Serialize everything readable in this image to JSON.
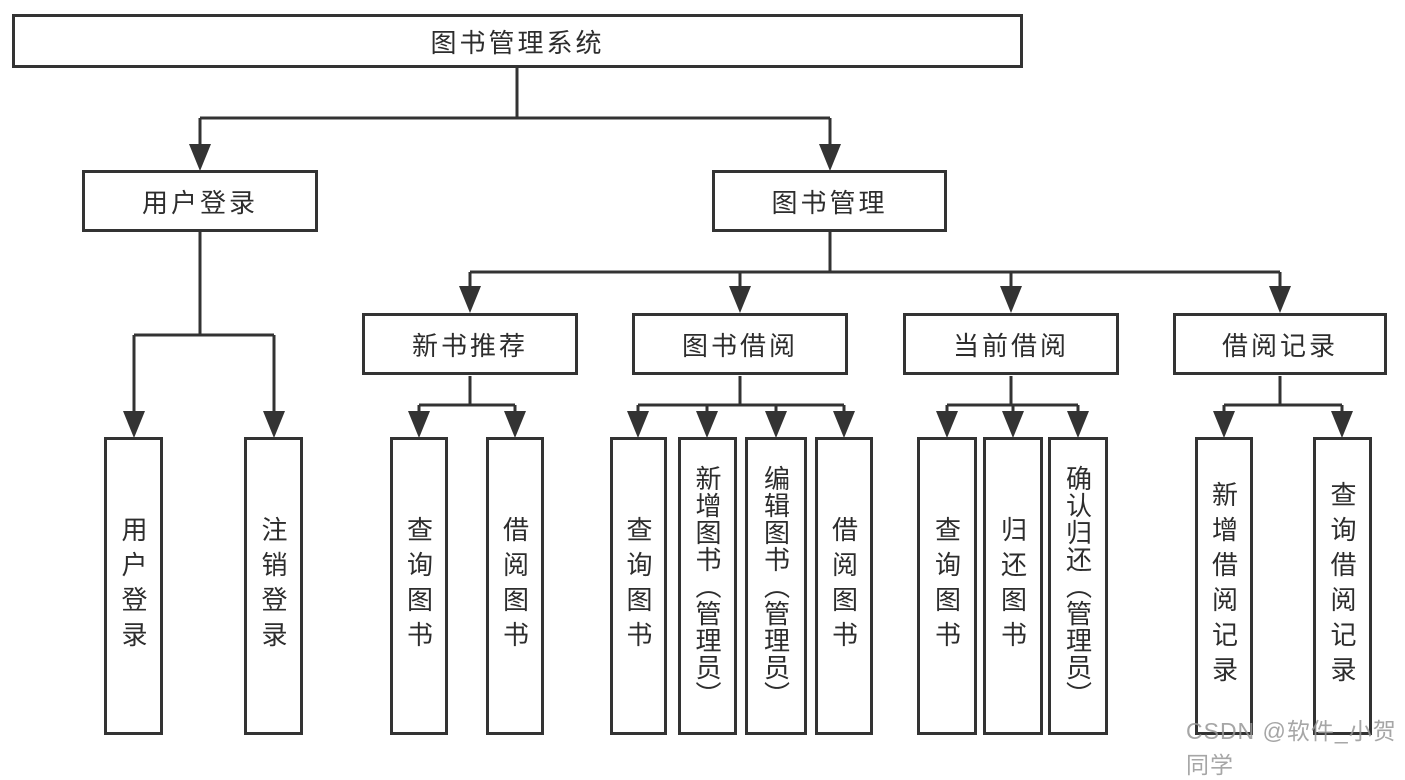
{
  "title": {
    "label": "图书管理系统"
  },
  "level2": [
    {
      "label": "用户登录"
    },
    {
      "label": "图书管理"
    }
  ],
  "level3": [
    {
      "label": "新书推荐"
    },
    {
      "label": "图书借阅"
    },
    {
      "label": "当前借阅"
    },
    {
      "label": "借阅记录"
    }
  ],
  "leaves": [
    {
      "label": "用户登录"
    },
    {
      "label": "注销登录"
    },
    {
      "label": "查询图书"
    },
    {
      "label": "借阅图书"
    },
    {
      "label": "查询图书"
    },
    {
      "label": "新增图书（管理员）"
    },
    {
      "label": "编辑图书（管理员）"
    },
    {
      "label": "借阅图书"
    },
    {
      "label": "查询图书"
    },
    {
      "label": "归还图书"
    },
    {
      "label": "确认归还（管理员）"
    },
    {
      "label": "新增借阅记录"
    },
    {
      "label": "查询借阅记录"
    }
  ],
  "watermark": "CSDN @软件_小贺同学",
  "colors": {
    "line": "#333333",
    "text": "#2d2d2d",
    "watermark": "#969696",
    "background": "#ffffff"
  }
}
